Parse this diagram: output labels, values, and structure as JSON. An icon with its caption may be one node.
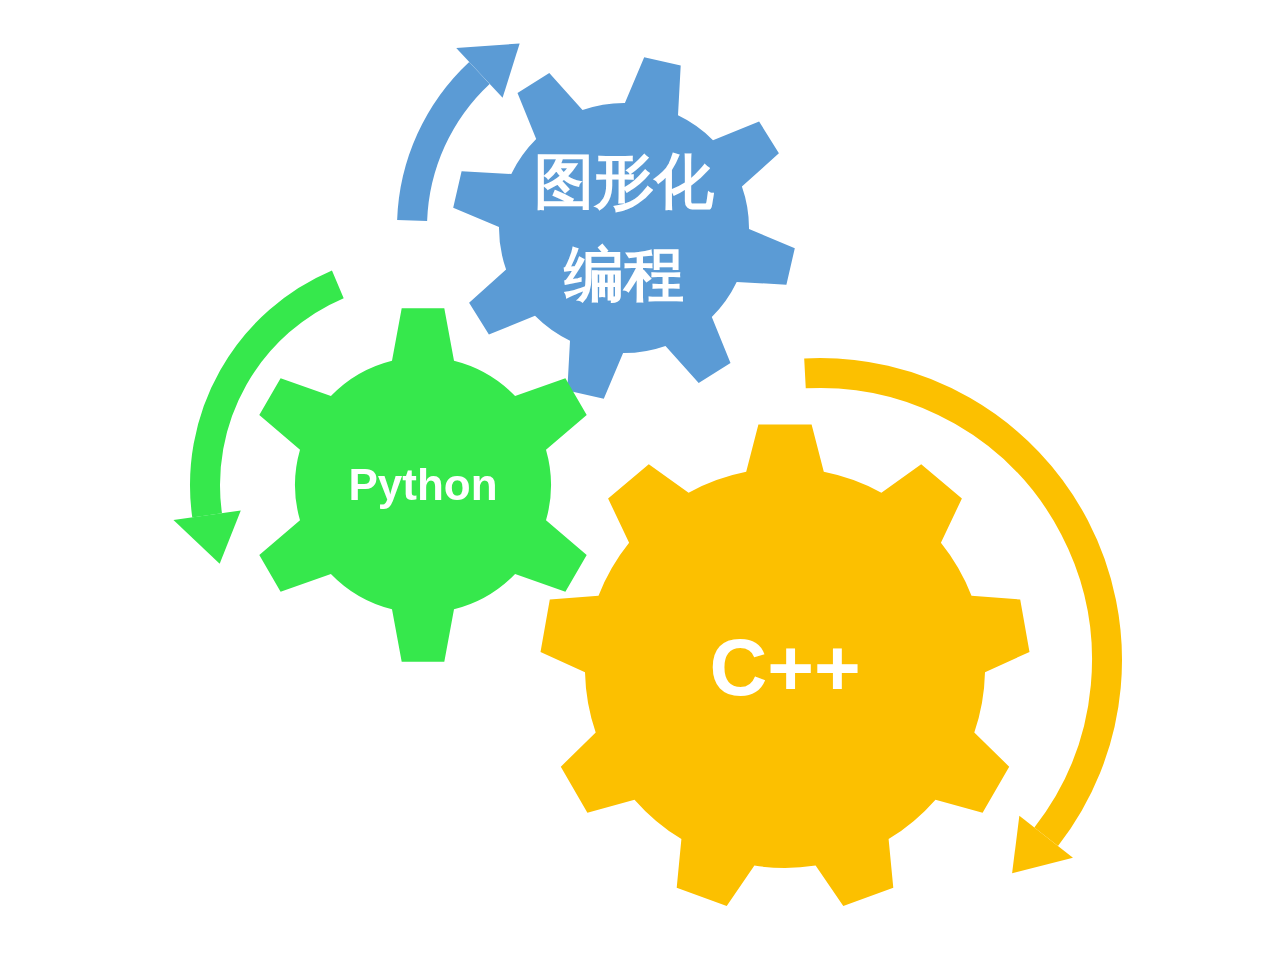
{
  "diagram": {
    "nodes": [
      {
        "text": [
          "图形化编程"
        ]
      },
      {
        "text": [
          "Python"
        ]
      },
      {
        "text": [
          "C++"
        ]
      }
    ]
  }
}
